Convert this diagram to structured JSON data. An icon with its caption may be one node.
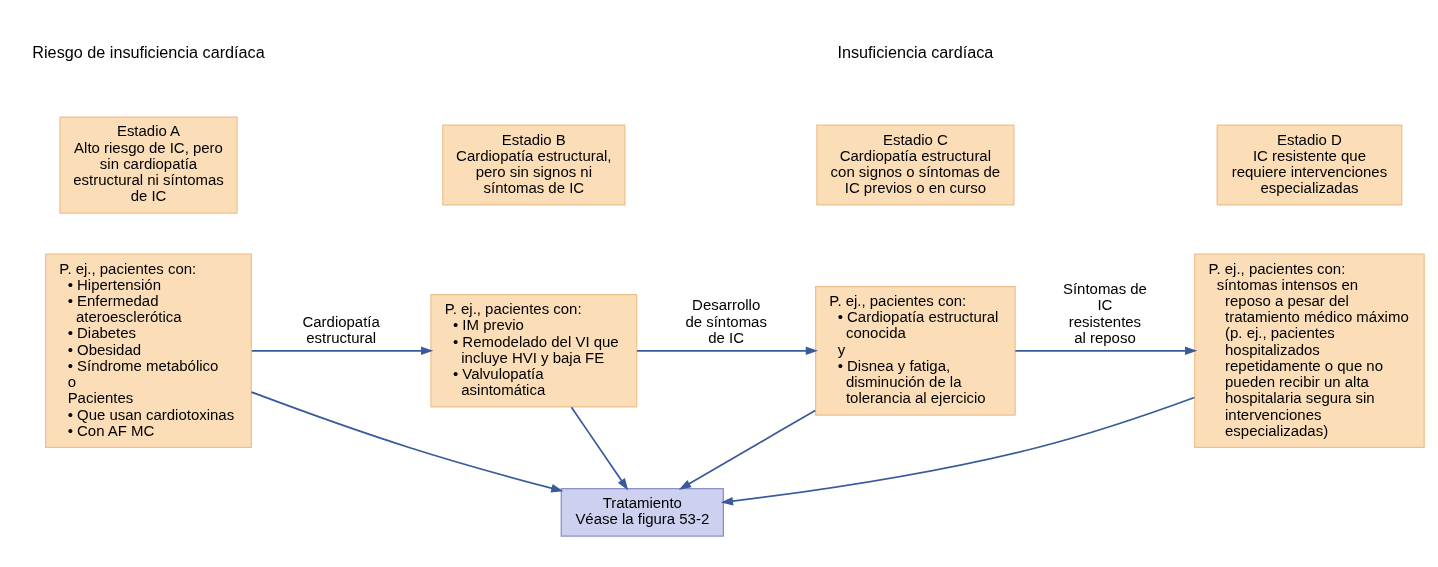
{
  "diagram": {
    "nodes": [
      {
        "text": [
          "Estadio A",
          "Alto riesgo de IC, pero sin cardiopatía estructural ni síntomas de IC"
        ]
      },
      {
        "text": [
          "Estadio B",
          "Cardiopatía estructural, pero sin signos ni síntomas de IC"
        ]
      },
      {
        "text": [
          "Estadio C",
          "Cardiopatía estructural con signos o síntomas de IC previos o en curso"
        ]
      },
      {
        "text": [
          "Estadio D",
          "IC resistente que requiere intervenciones especializadas"
        ]
      },
      {
        "text": [
          "P. ej., pacientes con:",
          "• Hipertensión",
          "• Enfermedad ateroesclerótica",
          "• Diabetes",
          "• Obesidad",
          "• Síndrome metabólico",
          "o",
          "Pacientes",
          "• Que usan cardiotoxinas",
          "• Con AF MC"
        ]
      },
      {
        "text": [
          "P. ej., pacientes con:",
          "• IM previo",
          "• Remodelado del VI que incluye HVI y baja FE",
          "• Valvulopatía asintomática"
        ]
      },
      {
        "text": [
          "P. ej., pacientes con:",
          "• Cardiopatía estructural conocida",
          "y",
          "• Disnea y fatiga, disminución de la tolerancia al ejercicio"
        ]
      },
      {
        "text": [
          "P. ej., pacientes con:",
          "síntomas intensos en reposo a pesar del tratamiento médico máximo (p. ej., pacientes hospitalizados repetidamente o que no pueden recibir un alta hospitalaria segura sin intervenciones especializadas)"
        ]
      },
      {
        "text": [
          "Tratamiento",
          "Véase la figura 53-2"
        ]
      }
    ],
    "edges": [
      {
        "from": 4,
        "to": 5,
        "arrow": "to",
        "label": "Cardiopatía estructural"
      },
      {
        "from": 5,
        "to": 6,
        "arrow": "to",
        "label": "Desarrollo de síntomas de IC"
      },
      {
        "from": 6,
        "to": 7,
        "arrow": "to",
        "label": "Síntomas de IC resistentes al reposo"
      },
      {
        "from": 5,
        "to": 8,
        "arrow": "to"
      },
      {
        "from": 4,
        "to": 8,
        "arrow": "to"
      },
      {
        "from": 6,
        "to": 8,
        "arrow": "to"
      },
      {
        "from": 7,
        "to": 8,
        "arrow": "to"
      }
    ],
    "labels": [
      "Riesgo de insuficiencia cardíaca",
      "Insuficiencia cardíaca"
    ]
  }
}
